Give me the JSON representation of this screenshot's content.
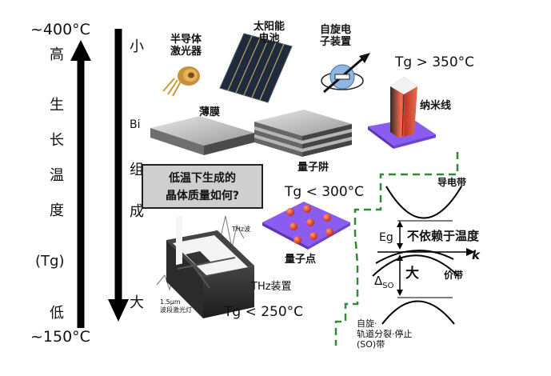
{
  "left_axis": {
    "top": "~400°C",
    "bottom": "~150°C",
    "label": [
      "高",
      "生",
      "长",
      "温",
      "度",
      "(Tg)",
      "低"
    ]
  },
  "middle_axis": {
    "top": "小",
    "label": [
      "Bi",
      "组",
      "成"
    ],
    "bottom": "大"
  },
  "devices": {
    "laser": "半导体\n激光器",
    "solar": "太阳能\n电池",
    "spin": "自旋电\n子装置",
    "thin_film": "薄膜",
    "quantum_well": "量子阱",
    "nanowire": "纳米线",
    "quantum_dot": "量子点",
    "thz_wave": "THz波",
    "thz_device": "THz装置",
    "laser_1550": "1.5μm\n波段激光灯"
  },
  "temps": {
    "t350": "Tg > 350°C",
    "t300": "Tg < 300°C",
    "t250": "Tg < 250°C"
  },
  "question": "低温下生成的\n晶体质量如何?",
  "band": {
    "conduction": "导电带",
    "eg": "Eg",
    "not_dependent": "不依赖于温度",
    "k": "k",
    "delta": "Δ",
    "delta_sub": "SO",
    "large": "大",
    "valence": "价带",
    "so_band": "自旋·\n轨道分裂·停止\n(SO)带"
  },
  "colors": {
    "dashed_line": "#2e8b2e",
    "purple": "#8a5cf0",
    "red_dot": "#d9301c",
    "question_bg": "#cfcfcf"
  }
}
